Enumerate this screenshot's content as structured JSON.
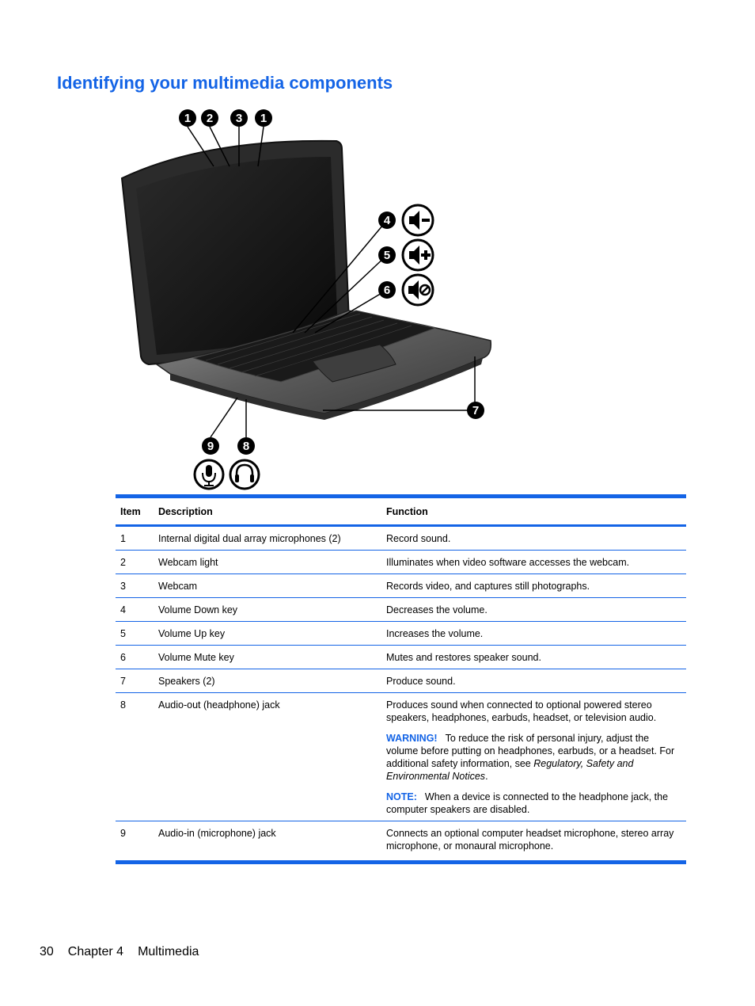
{
  "page": {
    "title": "Identifying your multimedia components",
    "footer": {
      "page_number": "30",
      "chapter": "Chapter 4",
      "section": "Multimedia"
    }
  },
  "figure": {
    "callouts": [
      "1",
      "2",
      "3",
      "1",
      "4",
      "5",
      "6",
      "7",
      "9",
      "8"
    ],
    "icons": [
      "volume-down-icon",
      "volume-up-icon",
      "volume-mute-icon",
      "microphone-icon",
      "headphone-icon"
    ]
  },
  "table": {
    "headers": {
      "item": "Item",
      "description": "Description",
      "function": "Function"
    },
    "rows": [
      {
        "item": "1",
        "description": "Internal digital dual array microphones (2)",
        "function": "Record sound."
      },
      {
        "item": "2",
        "description": "Webcam light",
        "function": "Illuminates when video software accesses the webcam."
      },
      {
        "item": "3",
        "description": "Webcam",
        "function": "Records video, and captures still photographs."
      },
      {
        "item": "4",
        "description": "Volume Down key",
        "function": "Decreases the volume."
      },
      {
        "item": "5",
        "description": "Volume Up key",
        "function": "Increases the volume."
      },
      {
        "item": "6",
        "description": "Volume Mute key",
        "function": "Mutes and restores speaker sound."
      },
      {
        "item": "7",
        "description": "Speakers (2)",
        "function": "Produce sound."
      },
      {
        "item": "8",
        "description": "Audio-out (headphone) jack",
        "function": "Produces sound when connected to optional powered stereo speakers, headphones, earbuds, headset, or television audio.",
        "warning_label": "WARNING!",
        "warning_text": "To reduce the risk of personal injury, adjust the volume before putting on headphones, earbuds, or a headset. For additional safety information, see ",
        "warning_ref": "Regulatory, Safety and Environmental Notices",
        "warning_end": ".",
        "note_label": "NOTE:",
        "note_text": "When a device is connected to the headphone jack, the computer speakers are disabled."
      },
      {
        "item": "9",
        "description": "Audio-in (microphone) jack",
        "function": "Connects an optional computer headset microphone, stereo array microphone, or monaural microphone."
      }
    ]
  }
}
